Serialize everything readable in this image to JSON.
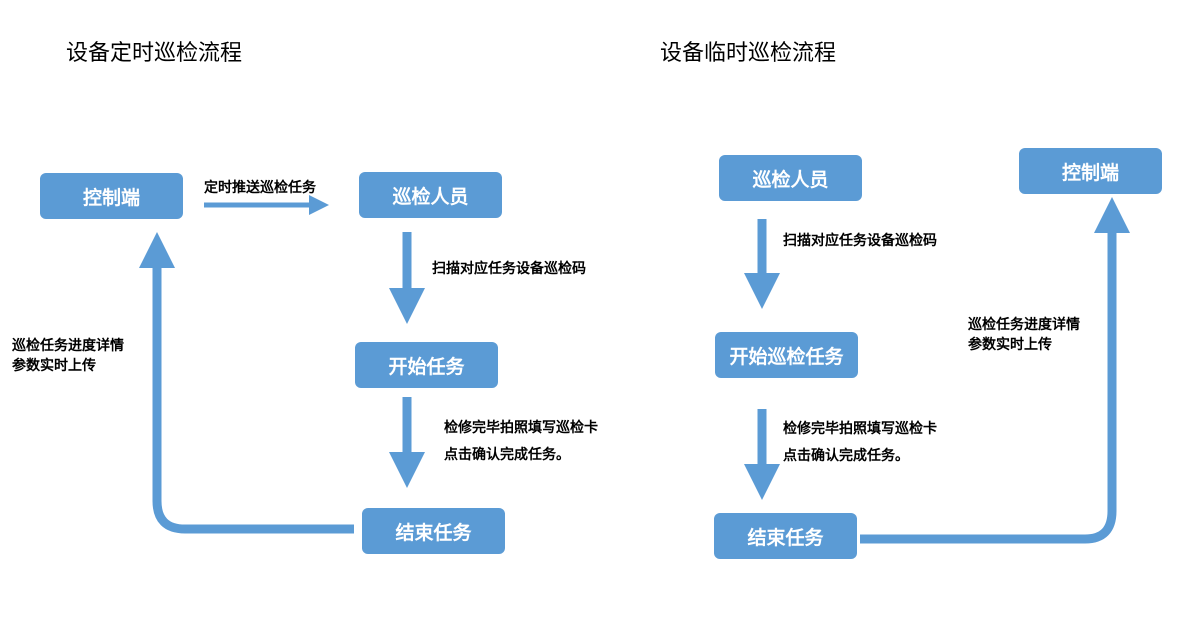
{
  "left": {
    "title": "设备定时巡检流程",
    "nodes": {
      "control": "控制端",
      "inspector": "巡检人员",
      "start": "开始任务",
      "end": "结束任务"
    },
    "edges": {
      "push": "定时推送巡检任务",
      "scan": "扫描对应任务设备巡检码",
      "complete_line1": "检修完毕拍照填写巡检卡",
      "complete_line2": "点击确认完成任务。",
      "upload_line1": "巡检任务进度详情",
      "upload_line2": "参数实时上传"
    }
  },
  "right": {
    "title": "设备临时巡检流程",
    "nodes": {
      "inspector": "巡检人员",
      "start": "开始巡检任务",
      "end": "结束任务",
      "control": "控制端"
    },
    "edges": {
      "scan": "扫描对应任务设备巡检码",
      "complete_line1": "检修完毕拍照填写巡检卡",
      "complete_line2": "点击确认完成任务。",
      "upload_line1": "巡检任务进度详情",
      "upload_line2": "参数实时上传"
    }
  },
  "colors": {
    "node_fill": "#5b9bd5",
    "arrow": "#5b9bd5",
    "node_text": "#ffffff"
  }
}
